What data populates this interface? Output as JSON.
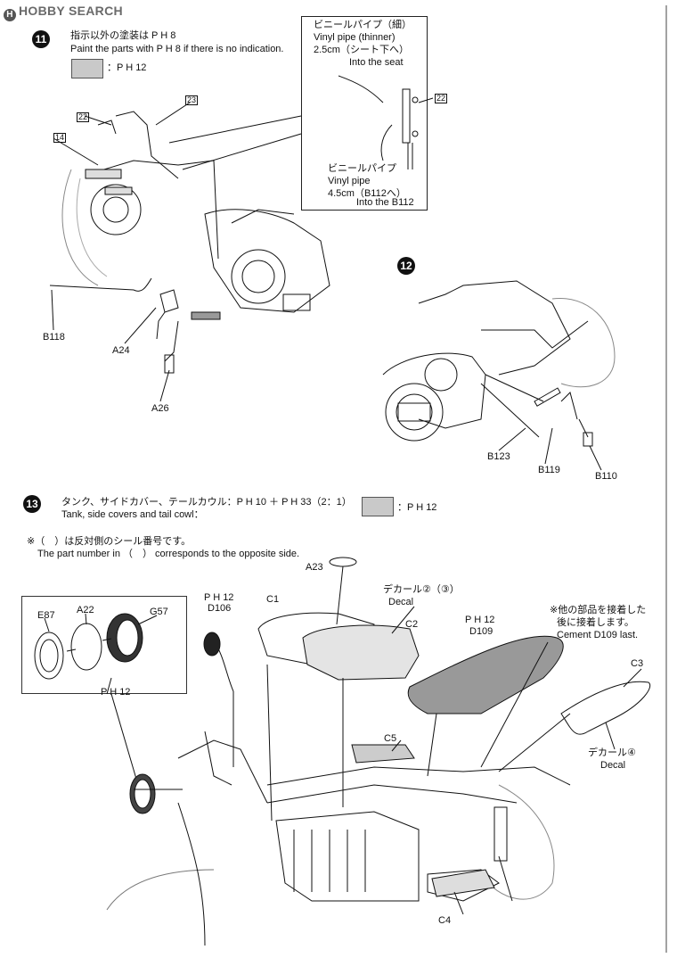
{
  "watermark": "HOBBY SEARCH",
  "steps": [
    {
      "number": "11",
      "lines": [
        "指示以外の塗装は P H 8",
        "Paint the parts with P H 8 if there is no indication."
      ],
      "swatch_code": "：P H 12",
      "callout": {
        "thin_pipe_jp": "ビニールパイプ（細）",
        "thin_pipe_en": "Vinyl pipe (thinner)",
        "thin_pipe_len": "2.5cm（シート下へ）",
        "thin_pipe_dest": "Into the seat",
        "pipe_jp": "ビニールパイプ",
        "pipe_en": "Vinyl pipe",
        "pipe_len": "4.5cm（B112へ）",
        "pipe_dest": "Into the B112",
        "part": "22"
      },
      "parts": [
        "23",
        "22",
        "14",
        "B118",
        "A24",
        "A26"
      ]
    },
    {
      "number": "12",
      "parts": [
        "B123",
        "B119",
        "B110"
      ]
    },
    {
      "number": "13",
      "lines": [
        "タンク、サイドカバー、テールカウル：P H 10 ＋ P H 33（2：1）",
        "Tank, side covers and tail cowl："
      ],
      "swatch_code": "：P H 12",
      "note_jp": "※（　）は反対側のシール番号です。",
      "note_en": "The part number in （　） corresponds to the opposite side.",
      "parts": [
        "A23",
        "C1",
        "C2",
        "E87",
        "A22",
        "G57",
        "P H 12",
        "D106",
        "P H 12",
        "D109",
        "C3",
        "C5",
        "C4"
      ],
      "decal_top_jp": "デカール②（③）",
      "decal_top_en": "Decal",
      "decal_right_jp": "デカール④",
      "decal_right_en": "Decal",
      "cement_jp_1": "※他の部品を接着した",
      "cement_jp_2": "後に接着します。",
      "cement_en": "Cement D109 last."
    }
  ]
}
